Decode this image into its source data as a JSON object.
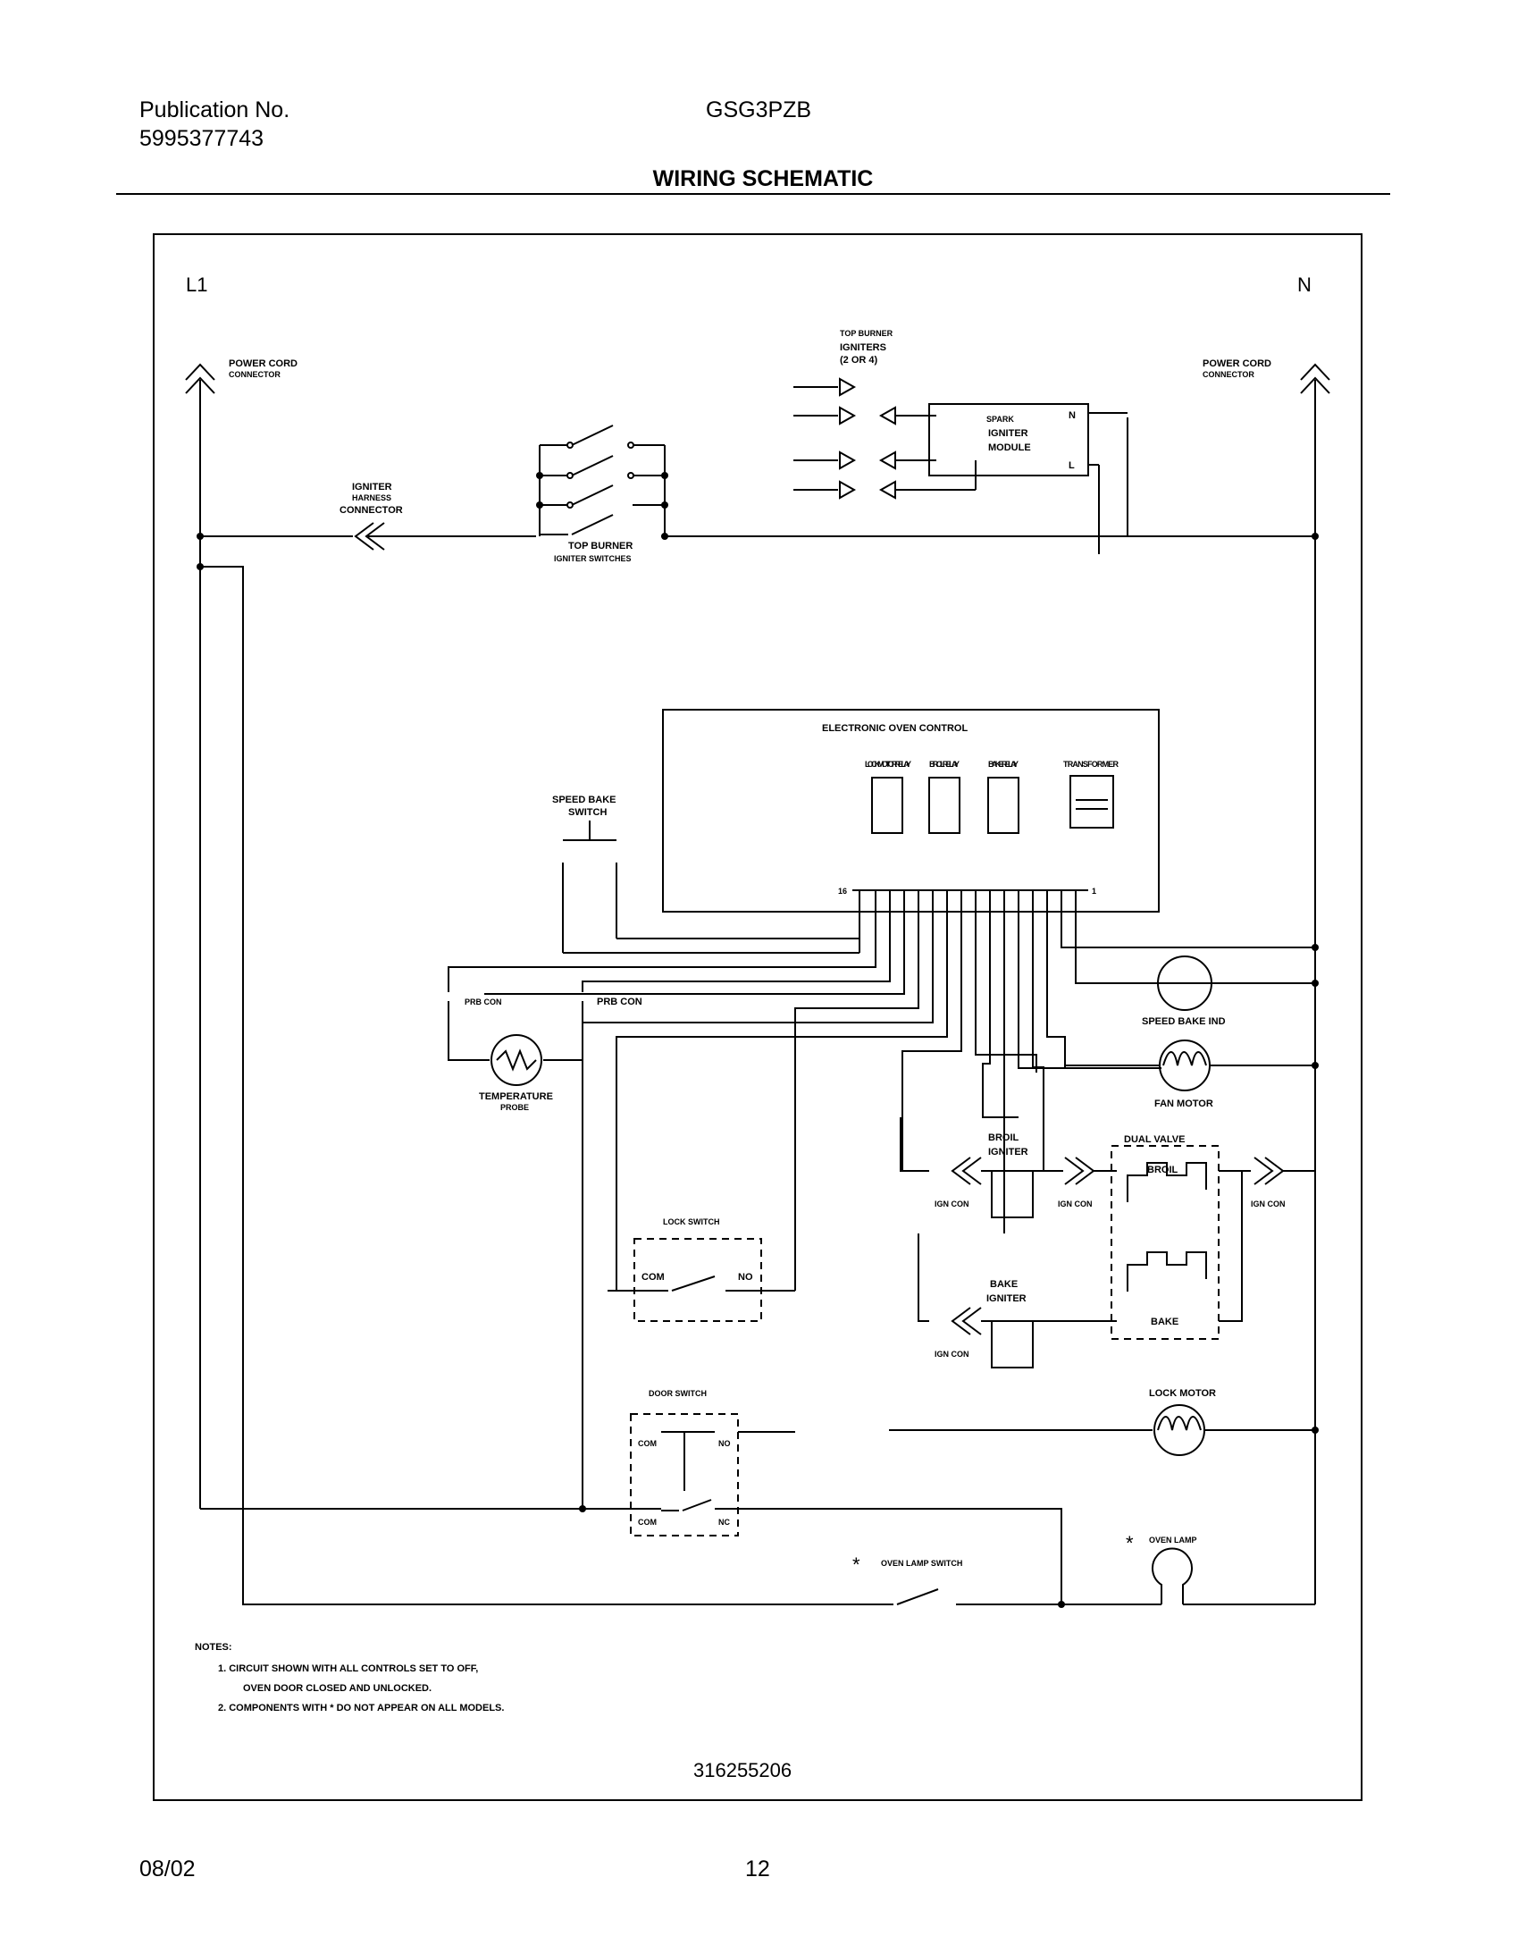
{
  "header": {
    "pub_label": "Publication No.",
    "pub_number": "5995377743",
    "model": "GSG3PZB",
    "title": "WIRING SCHEMATIC"
  },
  "diagram": {
    "line_l1": "L1",
    "line_n": "N",
    "power_cord_left_1": "POWER CORD",
    "power_cord_left_2": "CONNECTOR",
    "power_cord_right_1": "POWER CORD",
    "power_cord_right_2": "CONNECTOR",
    "igniter_harness_1": "IGNITER",
    "igniter_harness_2": "HARNESS",
    "igniter_harness_3": "CONNECTOR",
    "top_burner_igniters_1": "TOP BURNER",
    "top_burner_igniters_2": "IGNITERS",
    "top_burner_igniters_3": "(2 OR 4)",
    "spark_module_1": "SPARK",
    "spark_module_2": "IGNITER",
    "spark_module_3": "MODULE",
    "module_n": "N",
    "module_l": "L",
    "top_burner_switches_1": "TOP BURNER",
    "top_burner_switches_2": "IGNITER SWITCHES",
    "eoc_title": "ELECTRONIC OVEN CONTROL",
    "lock_motor_relay": "LOCK MOTOR RELAY",
    "broil_relay": "BROIL RELAY",
    "bake_relay": "BAKE RELAY",
    "transformer": "TRANSFORMER",
    "pin_first": "16",
    "pin_last": "1",
    "speed_bake_switch_1": "SPEED BAKE",
    "speed_bake_switch_2": "SWITCH",
    "prb_con_left": "PRB CON",
    "prb_con_right": "PRB CON",
    "temp_probe_1": "TEMPERATURE",
    "temp_probe_2": "PROBE",
    "speed_bake_ind": "SPEED BAKE IND",
    "fan_motor": "FAN MOTOR",
    "broil_igniter_1": "BROIL",
    "broil_igniter_2": "IGNITER",
    "dual_valve": "DUAL VALVE",
    "valve_broil": "BROIL",
    "valve_bake": "BAKE",
    "ign_con": "IGN CON",
    "bake_igniter_1": "BAKE",
    "bake_igniter_2": "IGNITER",
    "lock_switch": "LOCK SWITCH",
    "lock_com": "COM",
    "lock_no": "NO",
    "door_switch": "DOOR SWITCH",
    "door_com": "COM",
    "door_no": "NO",
    "door_nc": "NC",
    "lock_motor": "LOCK MOTOR",
    "oven_lamp_switch": "OVEN LAMP SWITCH",
    "oven_lamp": "OVEN LAMP",
    "asterisk": "*",
    "notes_title": "NOTES:",
    "note1a": "1.  CIRCUIT SHOWN WITH ALL CONTROLS SET TO OFF,",
    "note1b": "OVEN DOOR CLOSED AND UNLOCKED.",
    "note2": "2.  COMPONENTS WITH  *  DO NOT APPEAR ON ALL MODELS.",
    "drawing_number": "316255206"
  },
  "footer": {
    "date": "08/02",
    "page": "12"
  }
}
